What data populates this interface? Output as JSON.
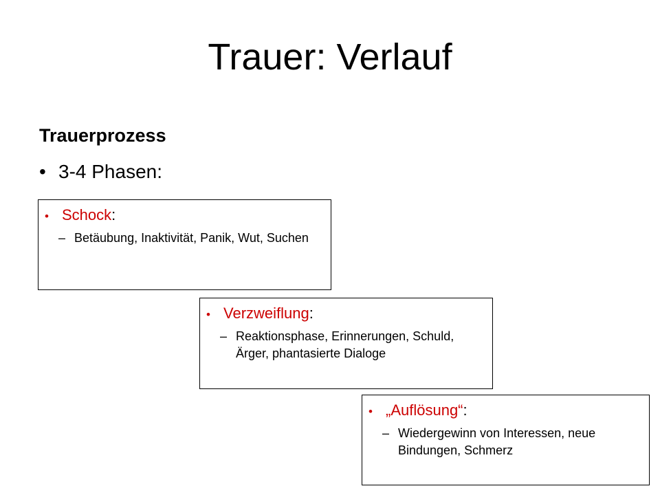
{
  "slide": {
    "title": "Trauer: Verlauf",
    "body_heading": "Trauerprozess",
    "main_bullet": {
      "marker": "bullet-disc",
      "text": "3-4 Phasen:"
    },
    "colors": {
      "phase_name": "#CC0000",
      "text": "#000000",
      "background": "#FFFFFF",
      "box_border": "#000000"
    },
    "phases": [
      {
        "id": "schock",
        "bullet_marker": "bullet-disc",
        "name": "Schock",
        "colon": ":",
        "dash_marker": "en-dash",
        "description": "Betäubung, Inaktivität, Panik, Wut, Suchen"
      },
      {
        "id": "verzweiflung",
        "bullet_marker": "bullet-disc",
        "name": "Verzweiflung",
        "colon": ":",
        "dash_marker": "en-dash",
        "description": "Reaktionsphase, Erinnerungen, Schuld, Ärger, phantasierte Dialoge"
      },
      {
        "id": "aufloesung",
        "bullet_marker": "bullet-disc",
        "name": "„Auflösung“",
        "colon": ":",
        "dash_marker": "en-dash",
        "description": "Wiedergewinn von Interessen, neue Bindungen, Schmerz"
      }
    ]
  }
}
